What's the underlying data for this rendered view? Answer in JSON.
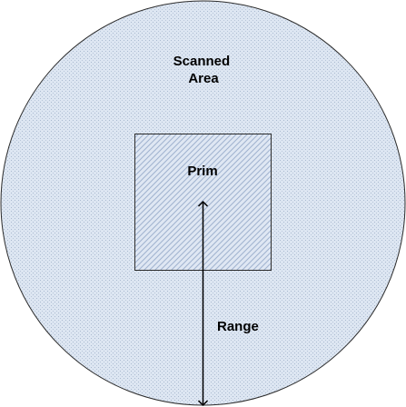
{
  "scanned_area": {
    "line1": "Scanned",
    "line2": "Area"
  },
  "prim": {
    "label": "Prim"
  },
  "range": {
    "label": "Range"
  },
  "colors": {
    "circle_fill": "#dde6f2",
    "circle_dots": "#a9b9cf",
    "square_fill": "#dfe7f3",
    "square_hatch": "#9fb2cf",
    "stroke": "#2b2b2b",
    "arrow": "#000000"
  }
}
